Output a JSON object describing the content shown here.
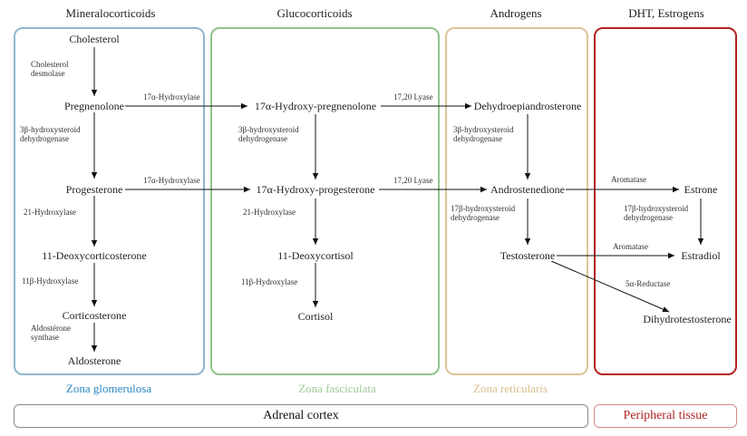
{
  "columns": {
    "mineralocorticoids": "Mineralocorticoids",
    "glucocorticoids": "Glucocorticoids",
    "androgens": "Androgens",
    "dht_estrogens": "DHT, Estrogens"
  },
  "zones": {
    "glomerulosa": "Zona glomerulosa",
    "fasciculata": "Zona fasciculata",
    "reticularis": "Zona reticularis"
  },
  "bars": {
    "adrenal_cortex": "Adrenal cortex",
    "peripheral_tissue": "Peripheral tissue"
  },
  "nodes": {
    "cholesterol": "Cholesterol",
    "pregnenolone": "Pregnenolone",
    "progesterone": "Progesterone",
    "deoxycorticosterone": "11-Deoxycorticosterone",
    "corticosterone": "Corticosterone",
    "aldosterone": "Aldosterone",
    "hydroxy_pregnenolone": "17α-Hydroxy-pregnenolone",
    "hydroxy_progesterone": "17α-Hydroxy-progesterone",
    "deoxycortisol": "11-Deoxycortisol",
    "cortisol": "Cortisol",
    "dhea": "Dehydroepiandrosterone",
    "androstenedione": "Androstenedione",
    "testosterone": "Testosterone",
    "estrone": "Estrone",
    "estradiol": "Estradiol",
    "dht": "Dihydrotestosterone"
  },
  "enzymes": {
    "desmolase_1": "Cholesterol",
    "desmolase_2": "desmolase",
    "hsd3b_g_1": "3β-hydroxysteroid",
    "hsd3b_g_2": "dehydrogenase",
    "hydroxylase21_g": "21-Hydroxylase",
    "hydroxylase11_g": "11β-Hydroxylase",
    "aldo_syn_1": "Aldostérone",
    "aldo_syn_2": "synthase",
    "hydroxylase17_1": "17α-Hydroxylase",
    "hydroxylase17_2": "17α-Hydroxylase",
    "hsd3b_f_1": "3β-hydroxysteroid",
    "hsd3b_f_2": "dehydrogenase",
    "hydroxylase21_f": "21-Hydroxylase",
    "hydroxylase11_f": "11β-Hydroxylase",
    "lyase_1": "17,20 Lyase",
    "lyase_2": "17,20 Lyase",
    "hsd3b_r_1": "3β-hydroxysteroid",
    "hsd3b_r_2": "dehydrogenase",
    "hsd17b_r_1": "17β-hydroxysteroid",
    "hsd17b_r_2": "dehydrogenase",
    "aromatase_1": "Aromatase",
    "aromatase_2": "Aromatase",
    "hsd17b_p_1": "17β-hydroxysteroid",
    "hsd17b_p_2": "dehydrogenase",
    "reductase5a": "5α-Reductase"
  },
  "colors": {
    "glomerulosa": "#8fb6cc",
    "glomerulosa_text": "#2a88c2",
    "fasciculata": "#8fc48a",
    "fasciculata_text": "#9ccc92",
    "reticularis": "#dcc498",
    "reticularis_text": "#d9be8c",
    "peripheral": "#b22222",
    "adrenal_bar": "#8a8a8a"
  }
}
